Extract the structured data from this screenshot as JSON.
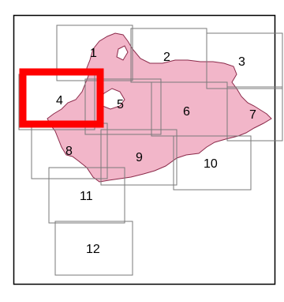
{
  "map": {
    "background": "#ffffff",
    "frame_color": "#000000",
    "land_fill": "#f2b6c9",
    "land_stroke": "#8b2a4a",
    "tile_stroke": "#7a7a7a",
    "highlight_color": "#ff0000",
    "highlighted_tile": "4",
    "tiles": [
      {
        "id": "1",
        "label": "1"
      },
      {
        "id": "2",
        "label": "2"
      },
      {
        "id": "3",
        "label": "3"
      },
      {
        "id": "4",
        "label": "4"
      },
      {
        "id": "5",
        "label": "5"
      },
      {
        "id": "6",
        "label": "6"
      },
      {
        "id": "7",
        "label": "7"
      },
      {
        "id": "8",
        "label": "8"
      },
      {
        "id": "9",
        "label": "9"
      },
      {
        "id": "10",
        "label": "10"
      },
      {
        "id": "11",
        "label": "11"
      },
      {
        "id": "12",
        "label": "12"
      }
    ]
  }
}
